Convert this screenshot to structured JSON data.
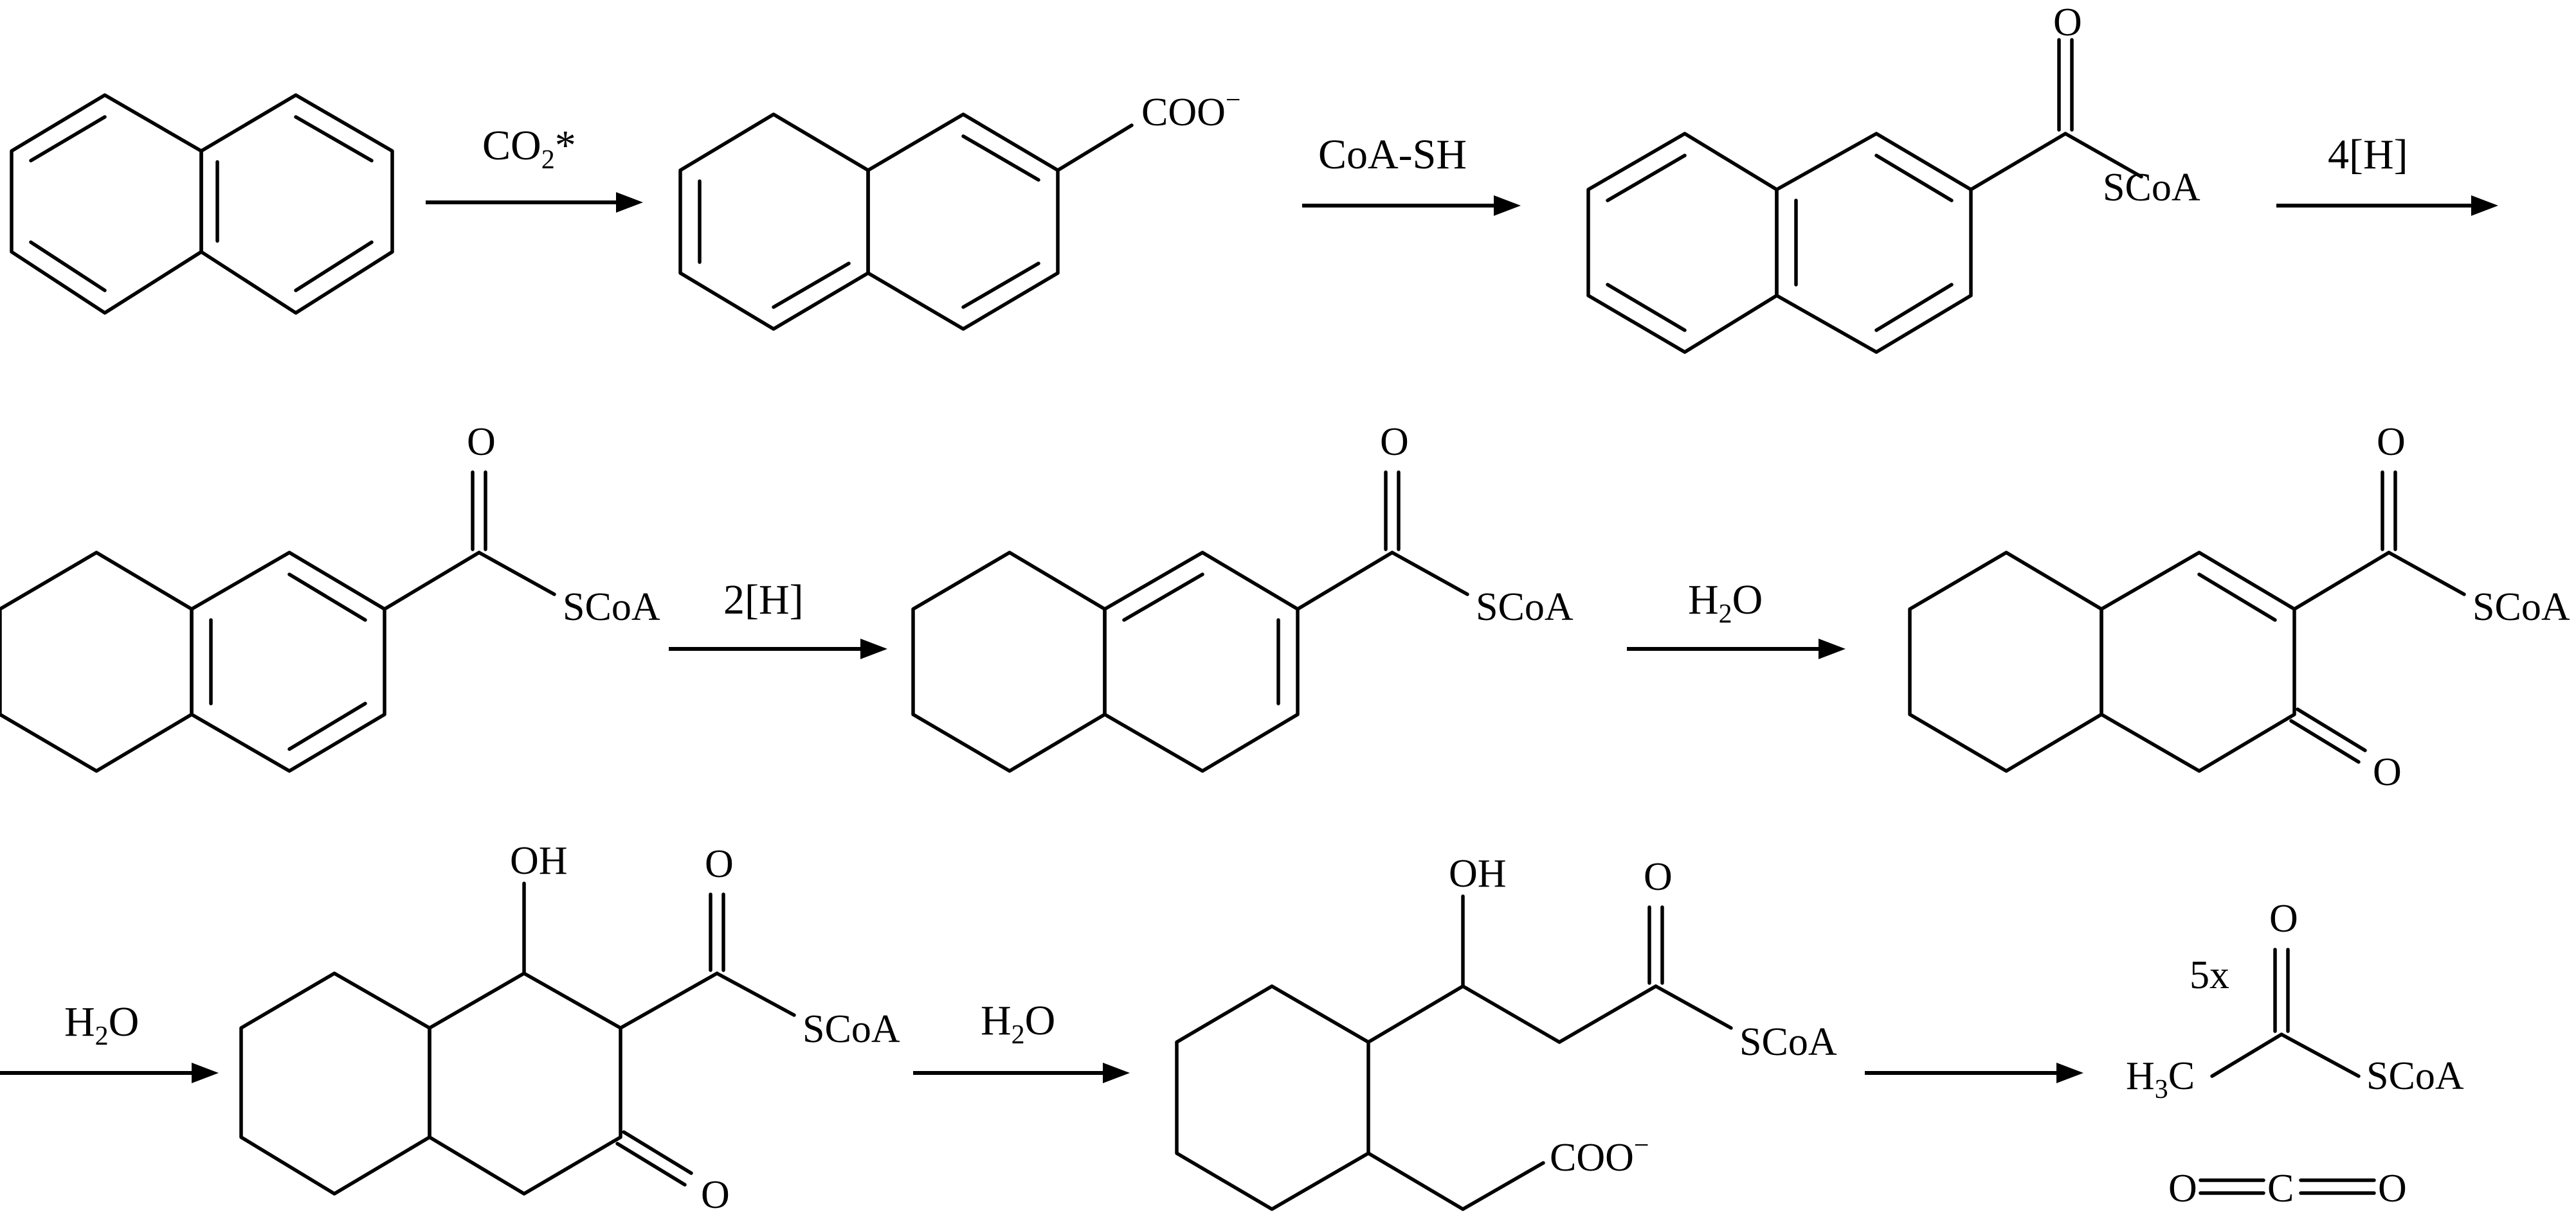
{
  "diagram": {
    "arrows": [
      {
        "id": "a1",
        "label_main": "CO",
        "label_sub": "2",
        "label_suffix": "*"
      },
      {
        "id": "a2",
        "label_main": "CoA-SH"
      },
      {
        "id": "a3",
        "label_main": "4[H]"
      },
      {
        "id": "a4",
        "label_main": "2[H]"
      },
      {
        "id": "a5",
        "label_main": "H",
        "label_sub": "2",
        "label_suffix": "O"
      },
      {
        "id": "a6",
        "label_main": "H",
        "label_sub": "2",
        "label_suffix": "O"
      },
      {
        "id": "a7",
        "label_main": "H",
        "label_sub": "2",
        "label_suffix": "O"
      },
      {
        "id": "a8",
        "label_main": ""
      }
    ],
    "atom_labels": {
      "carboxylate": "COO",
      "charge": "−",
      "oxygen": "O",
      "scoa": "SCoA",
      "hydroxyl": "OH",
      "methyl_h": "H",
      "methyl_sub": "3",
      "methyl_c": "C",
      "carbon": "C",
      "multiplier": "5x"
    }
  }
}
